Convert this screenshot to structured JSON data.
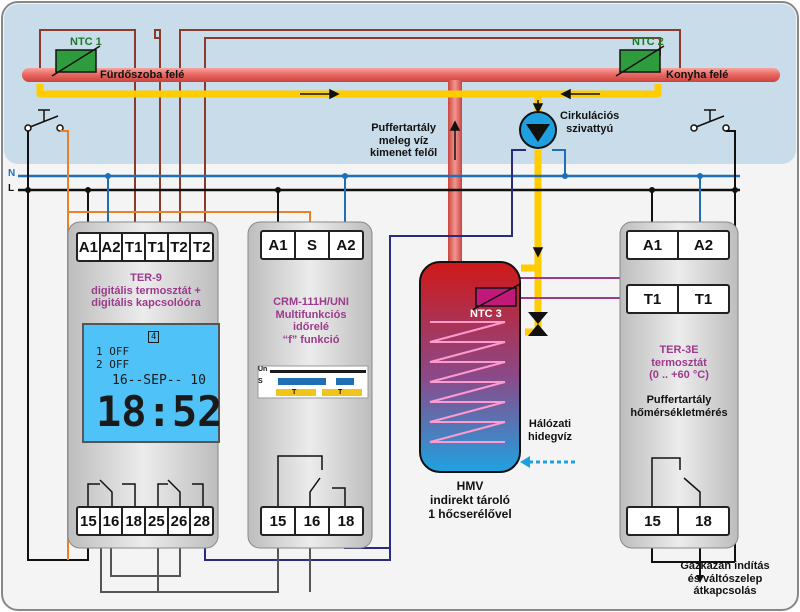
{
  "pipes": {
    "ntc1": "NTC 1",
    "ntc2": "NTC 2",
    "bath": "Fürdőszoba felé",
    "kitchen": "Konyha felé",
    "pump": "Cirkulációs\nszivattyú",
    "buffer_out": "Puffertartály\nmeleg víz\nkimenet felől",
    "cold_water": "Hálózati\nhidegvíz"
  },
  "lines": {
    "n": "N",
    "l": "L"
  },
  "ter9": {
    "terminals_top": [
      "A1",
      "A2",
      "T1",
      "T1",
      "T2",
      "T2"
    ],
    "title": "TER-9\ndigitális termosztát +\ndigitális kapcsolóóra",
    "terminals_bottom": [
      "15",
      "16",
      "18",
      "25",
      "26",
      "28"
    ],
    "lcd": {
      "badge": "4",
      "line1": "1 OFF",
      "line2": "2 OFF",
      "date": "16--SEP-- 10",
      "time": "18:52"
    }
  },
  "crm": {
    "terminals_top": [
      "A1",
      "S",
      "A2"
    ],
    "title": "CRM-111H/UNI\nMultifunkciós\nidőrelé\n“f” funkció",
    "diagram_labels": {
      "un": "Un",
      "s": "S",
      "t1": "T",
      "t2": "T"
    },
    "terminals_bottom": [
      "15",
      "16",
      "18"
    ]
  },
  "tank": {
    "ntc3": "NTC 3",
    "caption": "HMV\nindirekt tároló\n1 hőcserélővel"
  },
  "ter3e": {
    "terminals_top": [
      "A1",
      "A2"
    ],
    "terminals_mid": [
      "T1",
      "T1"
    ],
    "title": "TER-3E\ntermosztát\n(0 .. +60 °C)",
    "subtitle": "Puffertartály\nhőmérsékletmérés",
    "terminals_bottom": [
      "15",
      "18"
    ]
  },
  "footer": "Gázkazán indítás\nés váltószelep\nátkapcsolás",
  "colors": {
    "pipe_red": "#e8655e",
    "pipe_yellow": "#ffcc00",
    "wire_blue": "#1e6fb5",
    "wire_orange": "#e8812a",
    "wire_brown": "#8b3a2a",
    "wire_purple": "#9c3a8c",
    "wire_navy": "#2a2a80",
    "ntc_green": "#2e9c3c",
    "ntc3_magenta": "#c2187a",
    "lcd_blue": "#4fc3f7",
    "sky": "#c9dcea"
  }
}
